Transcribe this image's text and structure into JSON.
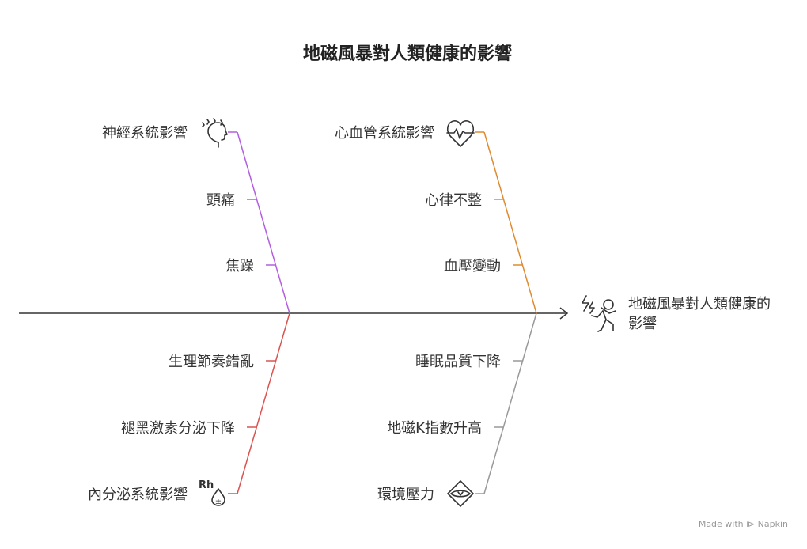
{
  "title": "地磁風暴對人類健康的影響",
  "effect": {
    "line1": "地磁風暴對人類健康的",
    "line2": "影響"
  },
  "branches": [
    {
      "category": "神經系統影響",
      "causes": [
        "頭痛",
        "焦躁"
      ],
      "color": "#b35ee0",
      "icon": "head-pain-icon"
    },
    {
      "category": "心血管系統影響",
      "causes": [
        "心律不整",
        "血壓變動"
      ],
      "color": "#e08a2e",
      "icon": "heart-pulse-icon"
    },
    {
      "category": "內分泌系統影響",
      "causes": [
        "生理節奏錯亂",
        "褪黑激素分泌下降"
      ],
      "color": "#d9534f",
      "icon": "blood-drop-rh-icon"
    },
    {
      "category": "環境壓力",
      "causes": [
        "睡眠品質下降",
        "地磁K指數升高"
      ],
      "color": "#999999",
      "icon": "eye-diamond-icon"
    }
  ],
  "icon_text": {
    "rh": "Rh",
    "plusminus": "±"
  },
  "brand": "Made with ⧐ Napkin"
}
